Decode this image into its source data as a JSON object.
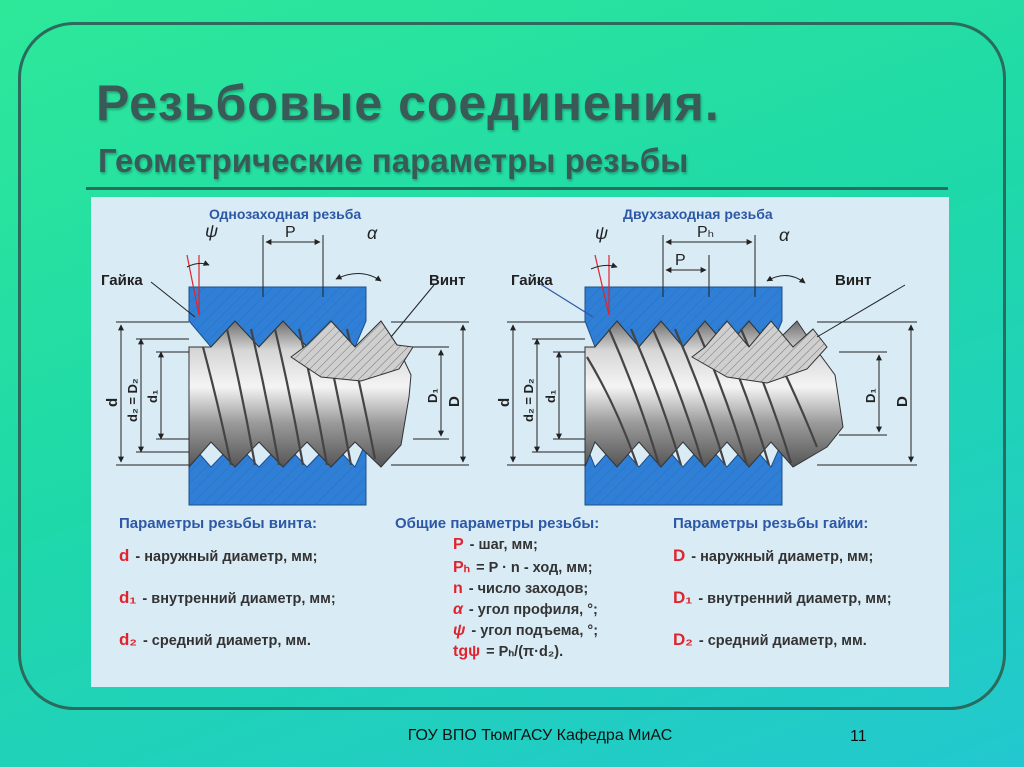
{
  "slide": {
    "title": "Резьбовые соединения.",
    "subtitle": "Геометрические параметры резьбы",
    "footer": "ГОУ ВПО ТюмГАСУ Кафедра МиАС",
    "page_number": "11"
  },
  "left_diagram": {
    "heading": "Однозаходная резьба",
    "nut_label": "Гайка",
    "screw_label": "Винт",
    "pitch_label": "P",
    "psi_label": "ψ",
    "alpha_label": "α",
    "d_label": "d",
    "d2_label": "d₂ = D₂",
    "d1_label": "d₁",
    "D1_label": "D₁",
    "D_label": "D"
  },
  "right_diagram": {
    "heading": "Двухзаходная резьба",
    "nut_label": "Гайка",
    "screw_label": "Винт",
    "pitch_label": "P",
    "lead_label": "Pₕ",
    "psi_label": "ψ",
    "alpha_label": "α",
    "d_label": "d",
    "d2_label": "d₂ = D₂",
    "d1_label": "d₁",
    "D1_label": "D₁",
    "D_label": "D"
  },
  "screw_params": {
    "header": "Параметры резьбы винта:",
    "items": [
      {
        "sym": "d",
        "text": "- наружный диаметр, мм;"
      },
      {
        "sym": "d₁",
        "text": "- внутренний диаметр, мм;"
      },
      {
        "sym": "d₂",
        "text": "- средний диаметр, мм."
      }
    ]
  },
  "common_params": {
    "header": "Общие параметры резьбы:",
    "items": [
      {
        "sym": "P",
        "text": "- шаг, мм;"
      },
      {
        "sym": "Pₕ",
        "text": "= P · n - ход, мм;"
      },
      {
        "sym": "n",
        "text": "- число заходов;"
      },
      {
        "sym": "α",
        "text": "- угол профиля, °;"
      },
      {
        "sym": "ψ",
        "text": "- угол подъема, °;"
      },
      {
        "sym": "tgψ",
        "text": "= Pₕ/(π·d₂)."
      }
    ]
  },
  "nut_params": {
    "header": "Параметры резьбы гайки:",
    "items": [
      {
        "sym": "D",
        "text": "- наружный диаметр, мм;"
      },
      {
        "sym": "D₁",
        "text": "- внутренний диаметр, мм;"
      },
      {
        "sym": "D₂",
        "text": "- средний диаметр, мм."
      }
    ]
  },
  "colors": {
    "nut_blue": "#2f7fd6",
    "label_blue": "#2d58a6",
    "symbol_red": "#e0242d",
    "frame": "#2b6a5d"
  }
}
